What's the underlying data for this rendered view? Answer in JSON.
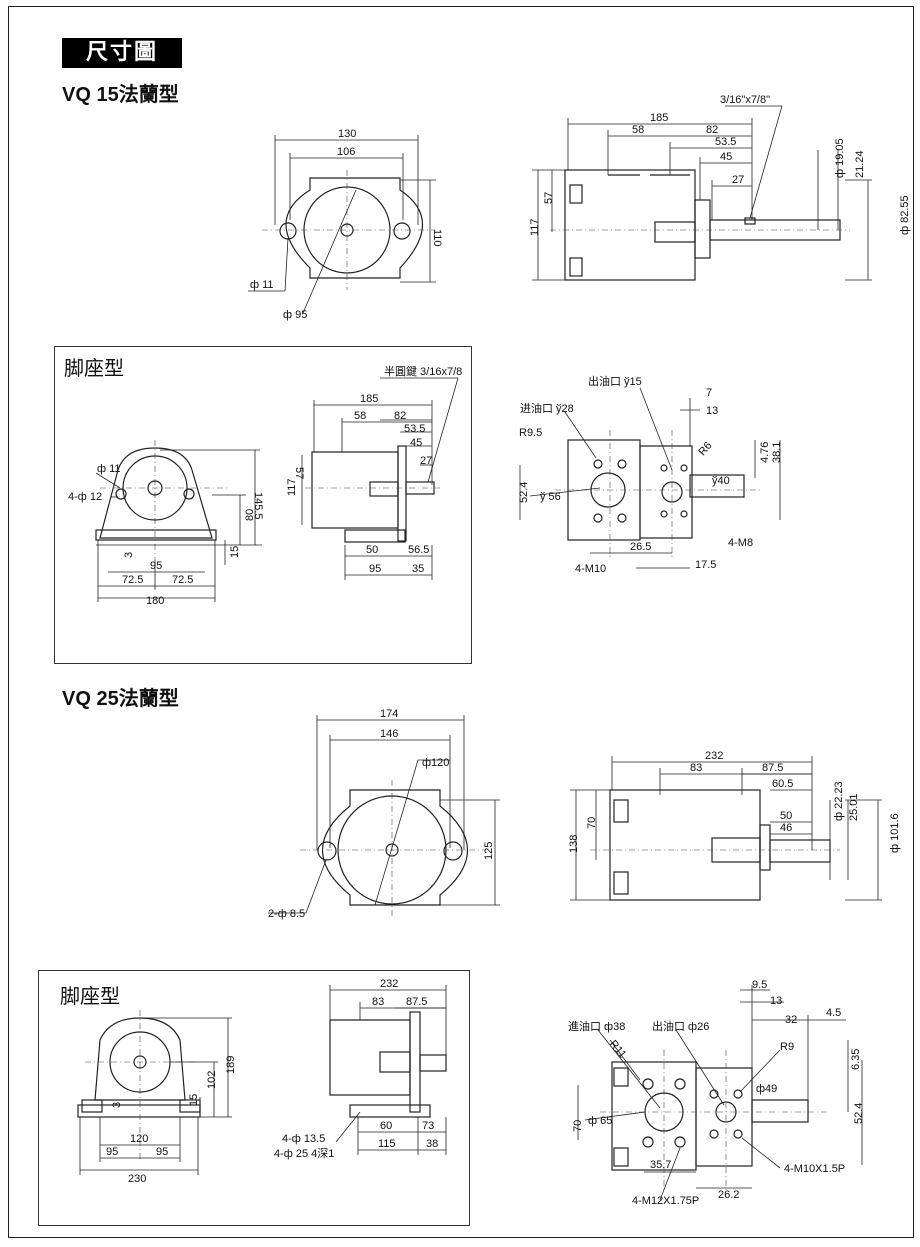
{
  "header": {
    "badge": "尺寸圖"
  },
  "sections": {
    "vq15": {
      "title": "VQ 15法蘭型",
      "foot_title": "脚座型"
    },
    "vq25": {
      "title": "VQ 25法蘭型",
      "foot_title": "脚座型"
    }
  },
  "labels": {
    "l1": "130",
    "l2": "106",
    "l3": "110",
    "l4": "ф 11",
    "l5": "ф 95",
    "l6": "3/16\"x7/8\"",
    "l7": "185",
    "l8": "58",
    "l9": "82",
    "l10": "53.5",
    "l11": "45",
    "l12": "27",
    "l13": "117",
    "l14": "57",
    "l15": "ф 19.05",
    "l16": "21.24",
    "l17": "ф 82.55",
    "l18": "半圓鍵 3/16x7/8",
    "l19": "185",
    "l20": "58",
    "l21": "82",
    "l22": "53.5",
    "l23": "45",
    "l24": "27",
    "l25": "117",
    "l26": "57",
    "l27": "50",
    "l28": "56.5",
    "l29": "95",
    "l30": "35",
    "l31": "ф 11",
    "l32": "4-ф 12",
    "l33": "145.5",
    "l34": "80",
    "l35": "15",
    "l36": "3",
    "l37": "95",
    "l38": "72.5",
    "l39": "72.5",
    "l40": "180",
    "l41": "出油口 ў15",
    "l42": "进油口 ў28",
    "l43": "R9.5",
    "l44": "7",
    "l45": "13",
    "l46": "R6",
    "l47": "4.76",
    "l48": "38.1",
    "l49": "ў40",
    "l50": "ў 56",
    "l51": "52.4",
    "l52": "26.5",
    "l53": "4-M8",
    "l54": "4-M10",
    "l55": "17.5",
    "l56": "174",
    "l57": "146",
    "l58": "ф120",
    "l59": "125",
    "l60": "2-ф 8.5",
    "l61": "232",
    "l62": "83",
    "l63": "87.5",
    "l64": "60.5",
    "l65": "50",
    "l66": "46",
    "l67": "ф 22.23",
    "l68": "25.01",
    "l69": "ф 101.6",
    "l70": "138",
    "l71": "70",
    "l72": "232",
    "l73": "83",
    "l74": "87.5",
    "l75": "60",
    "l76": "73",
    "l77": "115",
    "l78": "38",
    "l79": "4-ф 13.5",
    "l80": "4-ф 25 4深1",
    "l81": "189",
    "l82": "102",
    "l83": "15",
    "l84": "3",
    "l85": "120",
    "l86": "95",
    "l87": "95",
    "l88": "230",
    "l89": "9.5",
    "l90": "13",
    "l91": "32",
    "l92": "4.5",
    "l93": "進油口 ф38",
    "l94": "出油口 ф26",
    "l95": "R11",
    "l96": "R9",
    "l97": "6.35",
    "l98": "ф49",
    "l99": "ф 65",
    "l100": "70",
    "l101": "52.4",
    "l102": "35.7",
    "l103": "26.2",
    "l104": "4-M10X1.5P",
    "l105": "4-M12X1.75P"
  }
}
